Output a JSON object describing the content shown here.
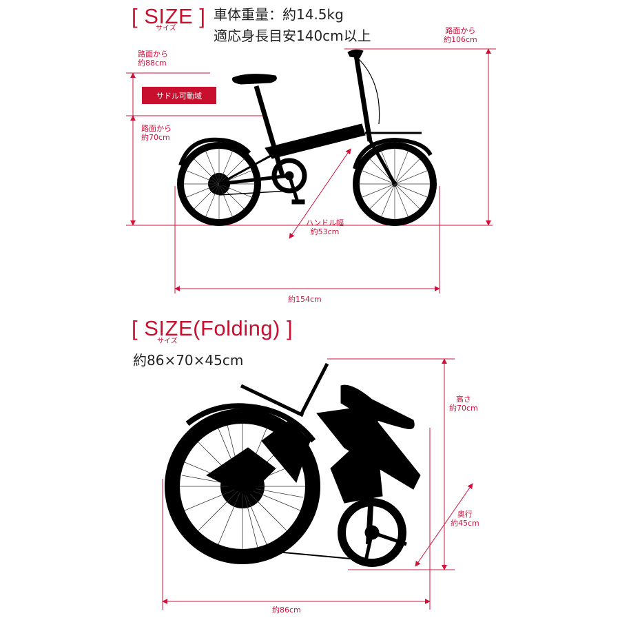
{
  "section1": {
    "heading": "[ SIZE ]",
    "heading_ruby": "サイズ",
    "weight": "車体重量：約14.5kg",
    "height_guide": "適応身長目安140cm以上",
    "dims": {
      "saddle_max_l1": "路面から",
      "saddle_max_l2": "約88cm",
      "saddle_range_badge": "サドル可動域",
      "saddle_min_l1": "路面から",
      "saddle_min_l2": "約70cm",
      "handle_height_l1": "路面から",
      "handle_height_l2": "約106cm",
      "handle_width_l1": "ハンドル幅",
      "handle_width_l2": "約53cm",
      "length": "約154cm"
    }
  },
  "section2": {
    "heading": "[ SIZE(Folding) ]",
    "heading_ruby": "サイズ",
    "folded_size": "約86×70×45cm",
    "dims": {
      "height_l1": "高さ",
      "height_l2": "約70cm",
      "depth_l1": "奥行",
      "depth_l2": "約45cm",
      "length": "約86cm"
    }
  },
  "colors": {
    "accent": "#c8102e",
    "dimension_line": "#d0113a",
    "silhouette": "#000000",
    "text": "#222222"
  }
}
